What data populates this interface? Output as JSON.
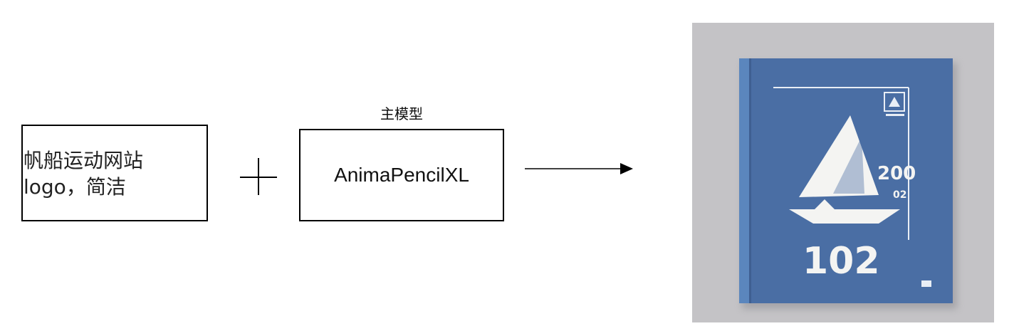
{
  "prompt": {
    "text": "帆船运动网站\nlogo，简洁"
  },
  "operator": {
    "icon": "plus-icon"
  },
  "model": {
    "caption": "主模型",
    "name": "AnimaPencilXL"
  },
  "flow": {
    "icon": "arrow-right-icon"
  },
  "output": {
    "icon": "sailboat-logo-image",
    "cover_number": "102",
    "side_text": "200",
    "small_text": "02",
    "colors": {
      "background": "#c4c3c6",
      "cover": "#4a6ea4",
      "spine": "#5b86bd",
      "mark": "#f4f4f2"
    }
  }
}
